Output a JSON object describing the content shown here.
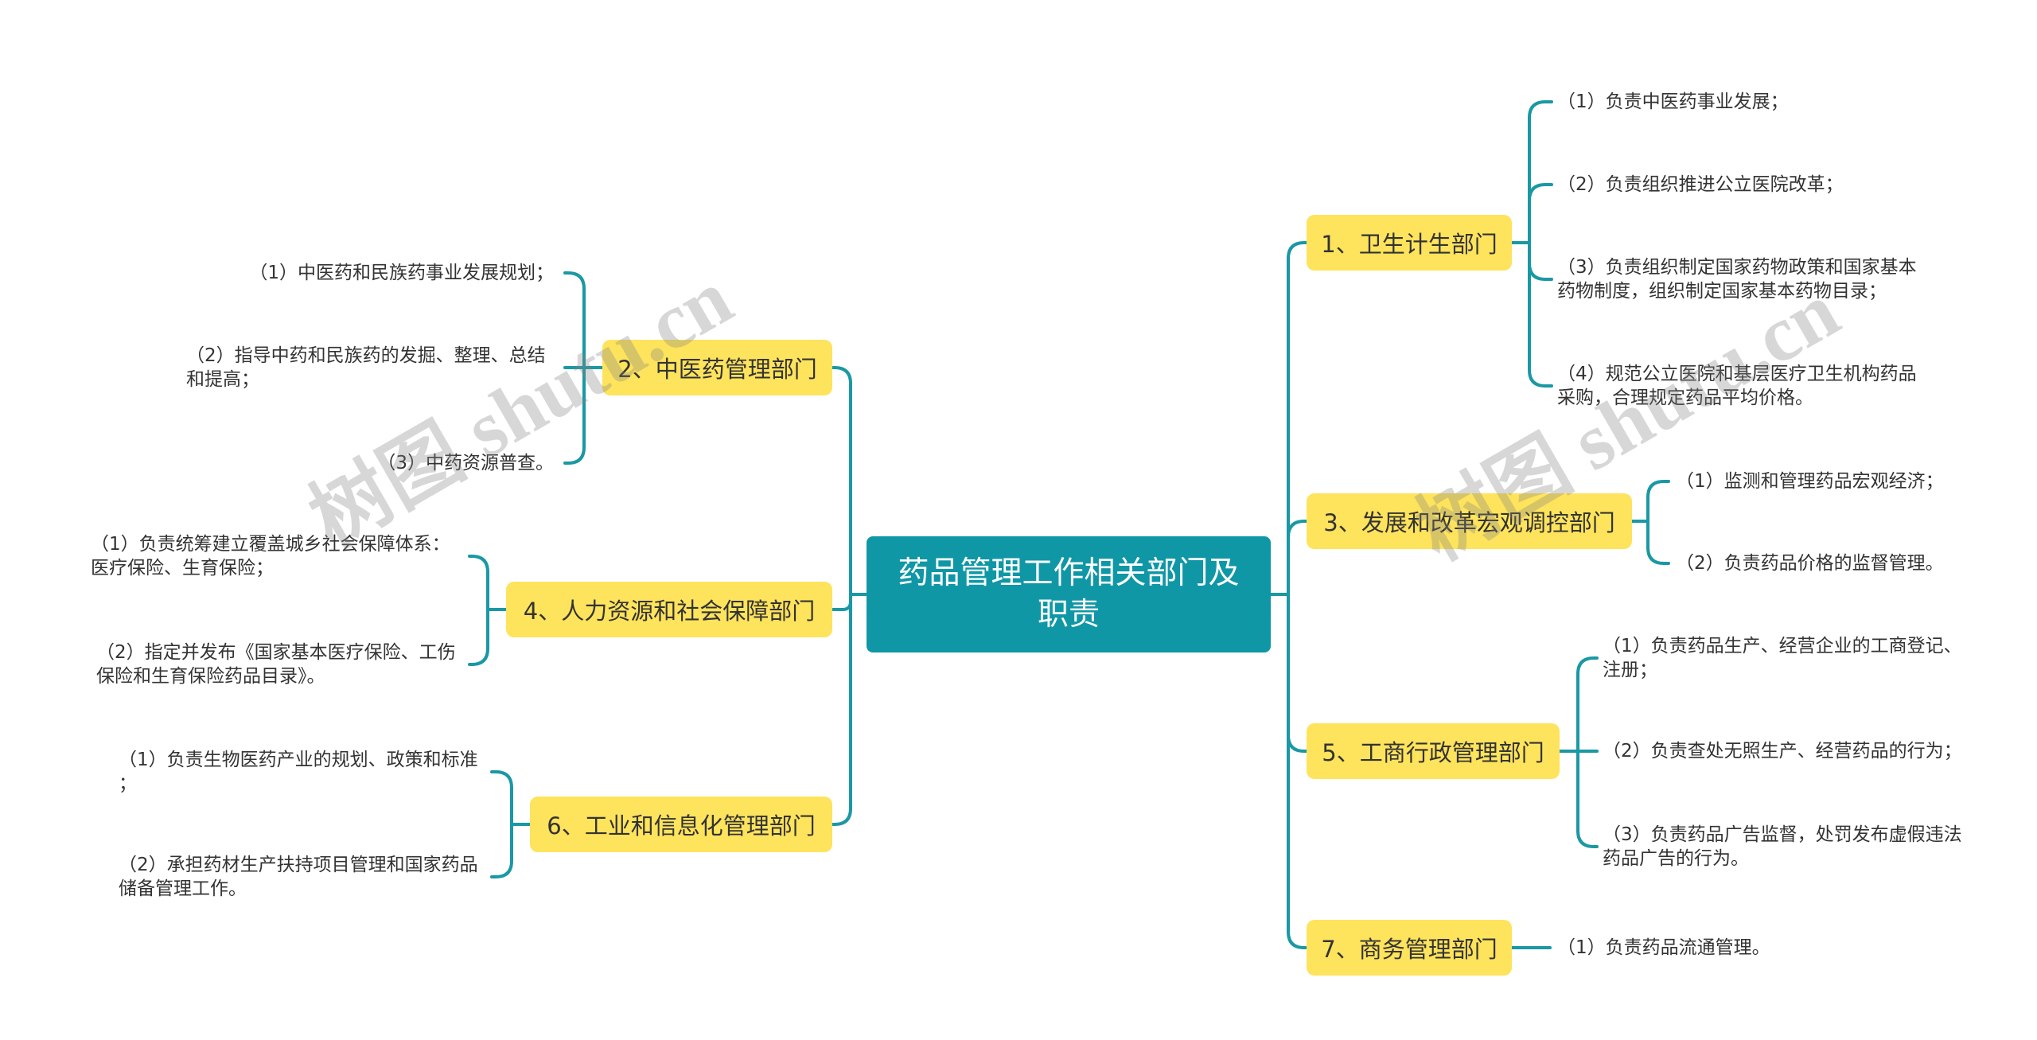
{
  "watermark": {
    "text": "树图 shutu.cn"
  },
  "colors": {
    "root": "#0f97a6",
    "branch": "#fee35c",
    "line": "#1a98a4",
    "text": "#333333",
    "root_text": "#ffffff"
  },
  "root": {
    "title_lines": [
      "药品管理工作相关部门及",
      "职责"
    ]
  },
  "departments": [
    {
      "label": "1、卫生计生部门",
      "duties": [
        [
          "（1）负责中医药事业发展；"
        ],
        [
          "（2）负责组织推进公立医院改革；"
        ],
        [
          "（3）负责组织制定国家药物政策和国家基本",
          "药物制度，组织制定国家基本药物目录；"
        ],
        [
          "（4）规范公立医院和基层医疗卫生机构药品",
          "采购，合理规定药品平均价格。"
        ]
      ]
    },
    {
      "label": "2、中医药管理部门",
      "duties": [
        [
          "（1）中医药和民族药事业发展规划；"
        ],
        [
          "（2）指导中药和民族药的发掘、整理、总结",
          "和提高；"
        ],
        [
          "（3）中药资源普查。"
        ]
      ]
    },
    {
      "label": "3、发展和改革宏观调控部门",
      "duties": [
        [
          "（1）监测和管理药品宏观经济；"
        ],
        [
          "（2）负责药品价格的监督管理。"
        ]
      ]
    },
    {
      "label": "4、人力资源和社会保障部门",
      "duties": [
        [
          "（1）负责统筹建立覆盖城乡社会保障体系：",
          "医疗保险、生育保险；"
        ],
        [
          "（2）指定并发布《国家基本医疗保险、工伤",
          "保险和生育保险药品目录》。"
        ]
      ]
    },
    {
      "label": "5、工商行政管理部门",
      "duties": [
        [
          "（1）负责药品生产、经营企业的工商登记、",
          "注册；"
        ],
        [
          "（2）负责查处无照生产、经营药品的行为；"
        ],
        [
          "（3）负责药品广告监督，处罚发布虚假违法",
          "药品广告的行为。"
        ]
      ]
    },
    {
      "label": "6、工业和信息化管理部门",
      "duties": [
        [
          "（1）负责生物医药产业的规划、政策和标准",
          "；"
        ],
        [
          "（2）承担药材生产扶持项目管理和国家药品",
          "储备管理工作。"
        ]
      ]
    },
    {
      "label": "7、商务管理部门",
      "duties": [
        [
          "（1）负责药品流通管理。"
        ]
      ]
    }
  ]
}
